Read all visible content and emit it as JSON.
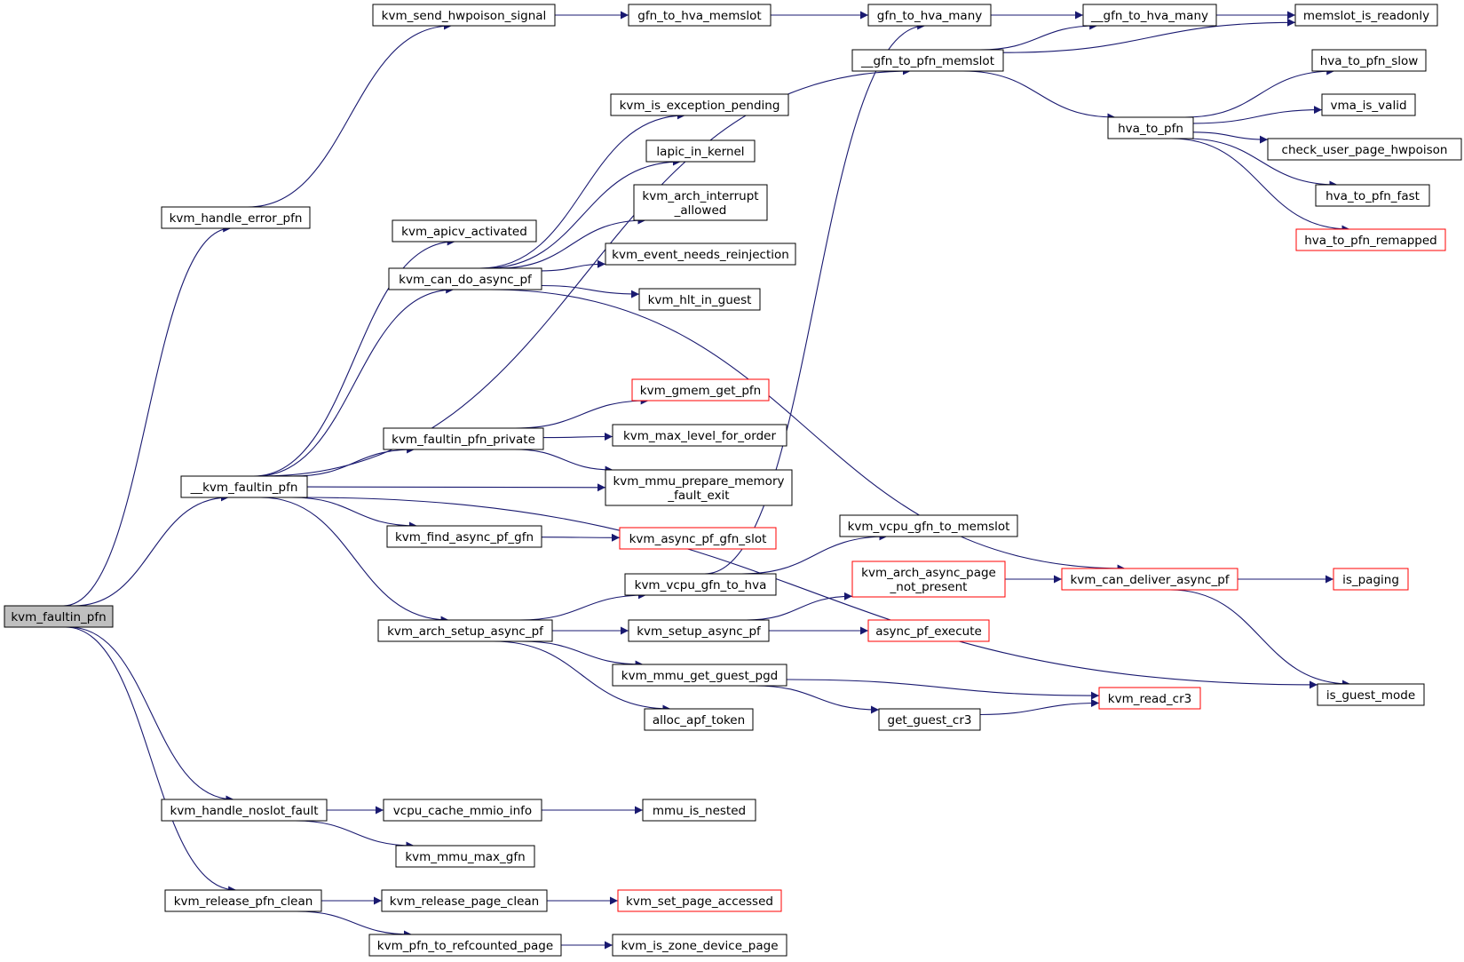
{
  "colors": {
    "edge": "#191970",
    "border_normal": "#000000",
    "border_truncated": "#ff0000",
    "root_fill": "#bfbfbf",
    "node_fill": "#ffffff"
  },
  "nodes": [
    {
      "id": "kvm_faultin_pfn",
      "lines": [
        "kvm_faultin_pfn"
      ],
      "style": "root"
    },
    {
      "id": "kvm_handle_error_pfn",
      "lines": [
        "kvm_handle_error_pfn"
      ],
      "style": "normal"
    },
    {
      "id": "kvm_send_hwpoison_signal",
      "lines": [
        "kvm_send_hwpoison_signal"
      ],
      "style": "normal"
    },
    {
      "id": "gfn_to_hva_memslot",
      "lines": [
        "gfn_to_hva_memslot"
      ],
      "style": "normal"
    },
    {
      "id": "gfn_to_hva_many",
      "lines": [
        "gfn_to_hva_many"
      ],
      "style": "normal"
    },
    {
      "id": "__gfn_to_hva_many",
      "lines": [
        "__gfn_to_hva_many"
      ],
      "style": "normal"
    },
    {
      "id": "memslot_is_readonly",
      "lines": [
        "memslot_is_readonly"
      ],
      "style": "normal"
    },
    {
      "id": "__gfn_to_pfn_memslot",
      "lines": [
        "__gfn_to_pfn_memslot"
      ],
      "style": "normal"
    },
    {
      "id": "hva_to_pfn",
      "lines": [
        "hva_to_pfn"
      ],
      "style": "normal"
    },
    {
      "id": "hva_to_pfn_slow",
      "lines": [
        "hva_to_pfn_slow"
      ],
      "style": "normal"
    },
    {
      "id": "vma_is_valid",
      "lines": [
        "vma_is_valid"
      ],
      "style": "normal"
    },
    {
      "id": "check_user_page_hwpoison",
      "lines": [
        "check_user_page_hwpoison"
      ],
      "style": "normal"
    },
    {
      "id": "hva_to_pfn_fast",
      "lines": [
        "hva_to_pfn_fast"
      ],
      "style": "normal"
    },
    {
      "id": "hva_to_pfn_remapped",
      "lines": [
        "hva_to_pfn_remapped"
      ],
      "style": "truncated"
    },
    {
      "id": "__kvm_faultin_pfn",
      "lines": [
        "__kvm_faultin_pfn"
      ],
      "style": "normal"
    },
    {
      "id": "kvm_apicv_activated",
      "lines": [
        "kvm_apicv_activated"
      ],
      "style": "normal"
    },
    {
      "id": "kvm_can_do_async_pf",
      "lines": [
        "kvm_can_do_async_pf"
      ],
      "style": "normal"
    },
    {
      "id": "kvm_is_exception_pending",
      "lines": [
        "kvm_is_exception_pending"
      ],
      "style": "normal"
    },
    {
      "id": "lapic_in_kernel",
      "lines": [
        "lapic_in_kernel"
      ],
      "style": "normal"
    },
    {
      "id": "kvm_arch_interrupt_allowed",
      "lines": [
        "kvm_arch_interrupt",
        "_allowed"
      ],
      "style": "normal"
    },
    {
      "id": "kvm_event_needs_reinjection",
      "lines": [
        "kvm_event_needs_reinjection"
      ],
      "style": "normal"
    },
    {
      "id": "kvm_hlt_in_guest",
      "lines": [
        "kvm_hlt_in_guest"
      ],
      "style": "normal"
    },
    {
      "id": "kvm_gmem_get_pfn",
      "lines": [
        "kvm_gmem_get_pfn"
      ],
      "style": "truncated"
    },
    {
      "id": "kvm_faultin_pfn_private",
      "lines": [
        "kvm_faultin_pfn_private"
      ],
      "style": "normal"
    },
    {
      "id": "kvm_max_level_for_order",
      "lines": [
        "kvm_max_level_for_order"
      ],
      "style": "normal"
    },
    {
      "id": "kvm_mmu_prepare_memory_fault_exit",
      "lines": [
        "kvm_mmu_prepare_memory",
        "_fault_exit"
      ],
      "style": "normal"
    },
    {
      "id": "kvm_find_async_pf_gfn",
      "lines": [
        "kvm_find_async_pf_gfn"
      ],
      "style": "normal"
    },
    {
      "id": "kvm_async_pf_gfn_slot",
      "lines": [
        "kvm_async_pf_gfn_slot"
      ],
      "style": "truncated"
    },
    {
      "id": "kvm_vcpu_gfn_to_memslot",
      "lines": [
        "kvm_vcpu_gfn_to_memslot"
      ],
      "style": "normal"
    },
    {
      "id": "kvm_vcpu_gfn_to_hva",
      "lines": [
        "kvm_vcpu_gfn_to_hva"
      ],
      "style": "normal"
    },
    {
      "id": "kvm_arch_async_page_not_present",
      "lines": [
        "kvm_arch_async_page",
        "_not_present"
      ],
      "style": "truncated"
    },
    {
      "id": "kvm_can_deliver_async_pf",
      "lines": [
        "kvm_can_deliver_async_pf"
      ],
      "style": "truncated"
    },
    {
      "id": "is_paging",
      "lines": [
        "is_paging"
      ],
      "style": "truncated"
    },
    {
      "id": "kvm_arch_setup_async_pf",
      "lines": [
        "kvm_arch_setup_async_pf"
      ],
      "style": "normal"
    },
    {
      "id": "kvm_setup_async_pf",
      "lines": [
        "kvm_setup_async_pf"
      ],
      "style": "normal"
    },
    {
      "id": "async_pf_execute",
      "lines": [
        "async_pf_execute"
      ],
      "style": "truncated"
    },
    {
      "id": "kvm_mmu_get_guest_pgd",
      "lines": [
        "kvm_mmu_get_guest_pgd"
      ],
      "style": "normal"
    },
    {
      "id": "kvm_read_cr3",
      "lines": [
        "kvm_read_cr3"
      ],
      "style": "truncated"
    },
    {
      "id": "is_guest_mode",
      "lines": [
        "is_guest_mode"
      ],
      "style": "normal"
    },
    {
      "id": "alloc_apf_token",
      "lines": [
        "alloc_apf_token"
      ],
      "style": "normal"
    },
    {
      "id": "get_guest_cr3",
      "lines": [
        "get_guest_cr3"
      ],
      "style": "normal"
    },
    {
      "id": "kvm_handle_noslot_fault",
      "lines": [
        "kvm_handle_noslot_fault"
      ],
      "style": "normal"
    },
    {
      "id": "vcpu_cache_mmio_info",
      "lines": [
        "vcpu_cache_mmio_info"
      ],
      "style": "normal"
    },
    {
      "id": "mmu_is_nested",
      "lines": [
        "mmu_is_nested"
      ],
      "style": "normal"
    },
    {
      "id": "kvm_mmu_max_gfn",
      "lines": [
        "kvm_mmu_max_gfn"
      ],
      "style": "normal"
    },
    {
      "id": "kvm_release_pfn_clean",
      "lines": [
        "kvm_release_pfn_clean"
      ],
      "style": "normal"
    },
    {
      "id": "kvm_release_page_clean",
      "lines": [
        "kvm_release_page_clean"
      ],
      "style": "normal"
    },
    {
      "id": "kvm_set_page_accessed",
      "lines": [
        "kvm_set_page_accessed"
      ],
      "style": "truncated"
    },
    {
      "id": "kvm_pfn_to_refcounted_page",
      "lines": [
        "kvm_pfn_to_refcounted_page"
      ],
      "style": "normal"
    },
    {
      "id": "kvm_is_zone_device_page",
      "lines": [
        "kvm_is_zone_device_page"
      ],
      "style": "normal"
    }
  ],
  "edges": [
    [
      "kvm_faultin_pfn",
      "kvm_handle_error_pfn"
    ],
    [
      "kvm_faultin_pfn",
      "__kvm_faultin_pfn"
    ],
    [
      "kvm_faultin_pfn",
      "kvm_handle_noslot_fault"
    ],
    [
      "kvm_faultin_pfn",
      "kvm_release_pfn_clean"
    ],
    [
      "kvm_handle_error_pfn",
      "kvm_send_hwpoison_signal"
    ],
    [
      "kvm_send_hwpoison_signal",
      "gfn_to_hva_memslot"
    ],
    [
      "gfn_to_hva_memslot",
      "gfn_to_hva_many"
    ],
    [
      "gfn_to_hva_many",
      "__gfn_to_hva_many"
    ],
    [
      "__gfn_to_hva_many",
      "memslot_is_readonly"
    ],
    [
      "__gfn_to_pfn_memslot",
      "__gfn_to_hva_many"
    ],
    [
      "__gfn_to_pfn_memslot",
      "memslot_is_readonly"
    ],
    [
      "__gfn_to_pfn_memslot",
      "hva_to_pfn"
    ],
    [
      "hva_to_pfn",
      "hva_to_pfn_slow"
    ],
    [
      "hva_to_pfn",
      "vma_is_valid"
    ],
    [
      "hva_to_pfn",
      "check_user_page_hwpoison"
    ],
    [
      "hva_to_pfn",
      "hva_to_pfn_fast"
    ],
    [
      "hva_to_pfn",
      "hva_to_pfn_remapped"
    ],
    [
      "__kvm_faultin_pfn",
      "__gfn_to_pfn_memslot"
    ],
    [
      "__kvm_faultin_pfn",
      "kvm_apicv_activated"
    ],
    [
      "__kvm_faultin_pfn",
      "kvm_can_do_async_pf"
    ],
    [
      "__kvm_faultin_pfn",
      "kvm_faultin_pfn_private"
    ],
    [
      "__kvm_faultin_pfn",
      "kvm_mmu_prepare_memory_fault_exit"
    ],
    [
      "__kvm_faultin_pfn",
      "kvm_find_async_pf_gfn"
    ],
    [
      "__kvm_faultin_pfn",
      "kvm_arch_setup_async_pf"
    ],
    [
      "__kvm_faultin_pfn",
      "is_guest_mode"
    ],
    [
      "kvm_can_do_async_pf",
      "kvm_is_exception_pending"
    ],
    [
      "kvm_can_do_async_pf",
      "lapic_in_kernel"
    ],
    [
      "kvm_can_do_async_pf",
      "kvm_arch_interrupt_allowed"
    ],
    [
      "kvm_can_do_async_pf",
      "kvm_event_needs_reinjection"
    ],
    [
      "kvm_can_do_async_pf",
      "kvm_hlt_in_guest"
    ],
    [
      "kvm_can_do_async_pf",
      "kvm_can_deliver_async_pf"
    ],
    [
      "kvm_faultin_pfn_private",
      "kvm_gmem_get_pfn"
    ],
    [
      "kvm_faultin_pfn_private",
      "kvm_max_level_for_order"
    ],
    [
      "kvm_faultin_pfn_private",
      "kvm_mmu_prepare_memory_fault_exit"
    ],
    [
      "kvm_find_async_pf_gfn",
      "kvm_async_pf_gfn_slot"
    ],
    [
      "kvm_arch_setup_async_pf",
      "kvm_vcpu_gfn_to_hva"
    ],
    [
      "kvm_arch_setup_async_pf",
      "kvm_setup_async_pf"
    ],
    [
      "kvm_arch_setup_async_pf",
      "kvm_mmu_get_guest_pgd"
    ],
    [
      "kvm_arch_setup_async_pf",
      "alloc_apf_token"
    ],
    [
      "kvm_vcpu_gfn_to_hva",
      "kvm_vcpu_gfn_to_memslot"
    ],
    [
      "kvm_vcpu_gfn_to_hva",
      "gfn_to_hva_many"
    ],
    [
      "kvm_setup_async_pf",
      "kvm_arch_async_page_not_present"
    ],
    [
      "kvm_setup_async_pf",
      "async_pf_execute"
    ],
    [
      "kvm_arch_async_page_not_present",
      "kvm_can_deliver_async_pf"
    ],
    [
      "kvm_can_deliver_async_pf",
      "is_paging"
    ],
    [
      "kvm_can_deliver_async_pf",
      "is_guest_mode"
    ],
    [
      "kvm_mmu_get_guest_pgd",
      "kvm_read_cr3"
    ],
    [
      "kvm_mmu_get_guest_pgd",
      "get_guest_cr3"
    ],
    [
      "get_guest_cr3",
      "kvm_read_cr3"
    ],
    [
      "kvm_handle_noslot_fault",
      "vcpu_cache_mmio_info"
    ],
    [
      "kvm_handle_noslot_fault",
      "kvm_mmu_max_gfn"
    ],
    [
      "vcpu_cache_mmio_info",
      "mmu_is_nested"
    ],
    [
      "kvm_release_pfn_clean",
      "kvm_release_page_clean"
    ],
    [
      "kvm_release_pfn_clean",
      "kvm_pfn_to_refcounted_page"
    ],
    [
      "kvm_release_page_clean",
      "kvm_set_page_accessed"
    ],
    [
      "kvm_pfn_to_refcounted_page",
      "kvm_is_zone_device_page"
    ]
  ]
}
